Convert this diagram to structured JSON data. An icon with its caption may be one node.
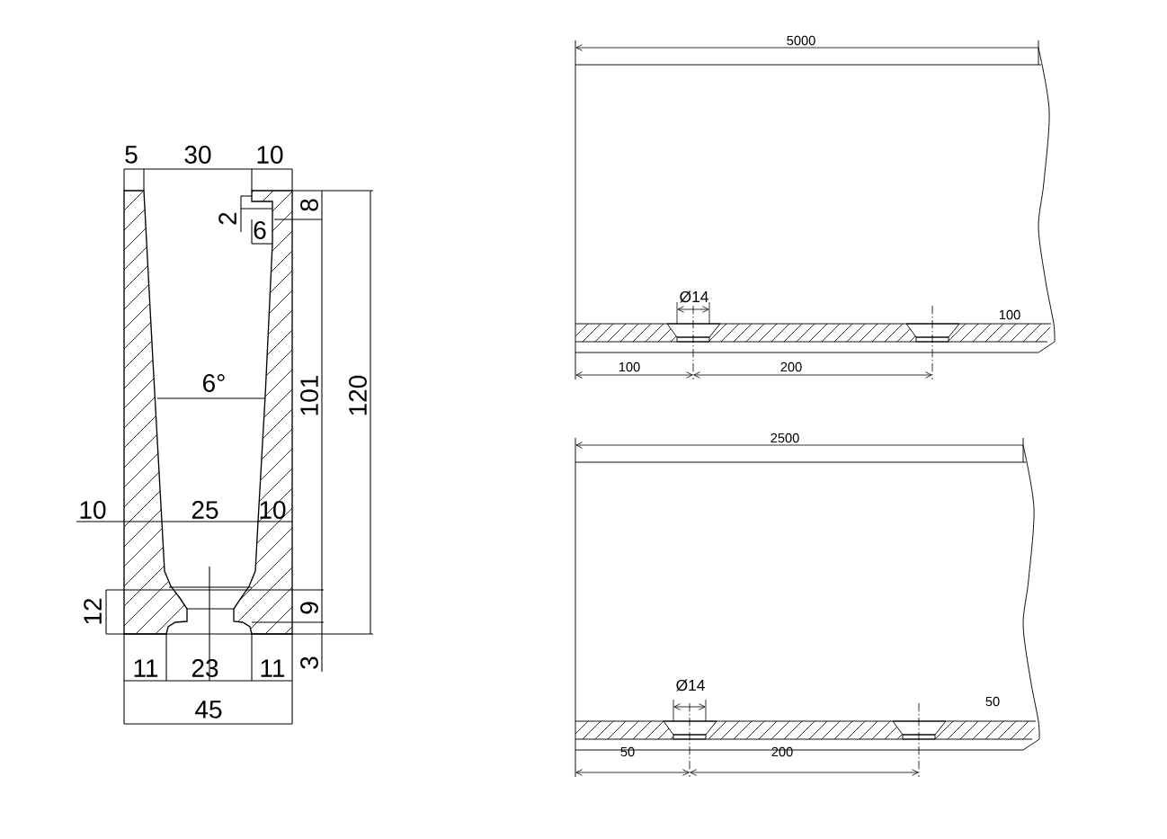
{
  "diagram": {
    "labels": [
      "5",
      "30",
      "10",
      "2",
      "6",
      "8",
      "6°",
      "101",
      "120",
      "10",
      "25",
      "10",
      "12",
      "9",
      "11",
      "23",
      "11",
      "3",
      "45",
      "5000",
      "Ø14",
      "100",
      "100",
      "200",
      "2500",
      "Ø14",
      "50",
      "50",
      "200"
    ]
  }
}
